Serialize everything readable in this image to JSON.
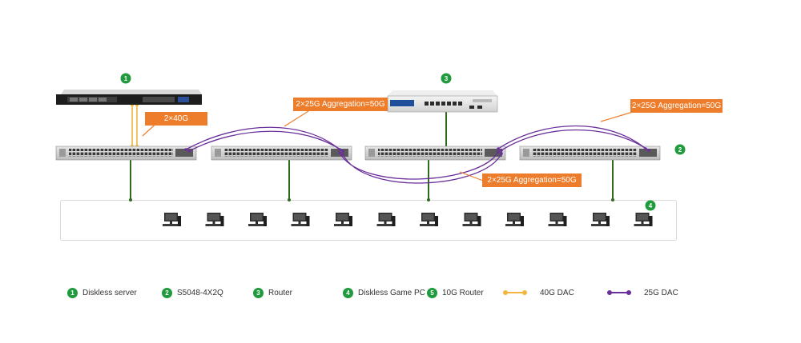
{
  "colors": {
    "badge": "#1f9a3c",
    "callout": "#ee7d2b",
    "link_40g": "#f2b53d",
    "link_25g": "#6a2f9a",
    "uplink": "#2f6b1f"
  },
  "badges": {
    "server": "1",
    "switch": "2",
    "router": "3",
    "pcs": "4"
  },
  "callouts": {
    "c40g": "2×40G",
    "agg1": "2×25G Aggregation=50G",
    "agg2": "2×25G Aggregation=50G",
    "agg3": "2×25G Aggregation=50G"
  },
  "pc_count": 12,
  "legend": [
    {
      "num": "1",
      "label": "Diskless server"
    },
    {
      "num": "2",
      "label": "S5048-4X2Q"
    },
    {
      "num": "3",
      "label": "Router"
    },
    {
      "num": "4",
      "label": "Diskless Game PC"
    },
    {
      "num": "5",
      "label": "10G Router"
    }
  ],
  "legend_links": [
    {
      "label": "40G DAC",
      "icon": "orange-dac-line-icon"
    },
    {
      "label": "25G DAC",
      "icon": "purple-dac-line-icon"
    }
  ]
}
